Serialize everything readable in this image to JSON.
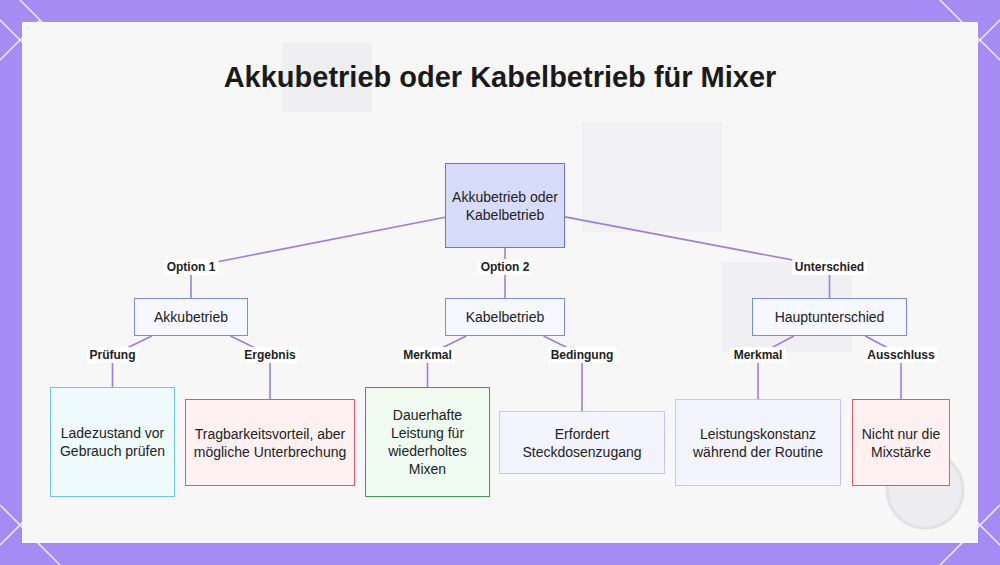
{
  "diagram": {
    "title": "Akkubetrieb oder Kabelbetrieb für Mixer",
    "nodes": [
      {
        "text": [
          "Akkubetrieb oder Kabelbetrieb"
        ]
      },
      {
        "text": [
          "Akkubetrieb"
        ]
      },
      {
        "text": [
          "Kabelbetrieb"
        ]
      },
      {
        "text": [
          "Hauptunterschied"
        ]
      },
      {
        "text": [
          "Ladezustand vor Gebrauch prüfen"
        ]
      },
      {
        "text": [
          "Tragbarkeitsvorteil, aber mögliche Unterbrechung"
        ]
      },
      {
        "text": [
          "Dauerhafte Leistung für wiederholtes Mixen"
        ]
      },
      {
        "text": [
          "Erfordert Steckdosenzugang"
        ]
      },
      {
        "text": [
          "Leistungskonstanz während der Routine"
        ]
      },
      {
        "text": [
          "Nicht nur die Mixstärke"
        ]
      }
    ],
    "edges": [
      {
        "from": 0,
        "to": 1,
        "label": "Option 1",
        "arrow": "none"
      },
      {
        "from": 0,
        "to": 2,
        "label": "Option 2",
        "arrow": "none"
      },
      {
        "from": 0,
        "to": 3,
        "label": "Unterschied",
        "arrow": "none"
      },
      {
        "from": 1,
        "to": 4,
        "label": "Prüfung",
        "arrow": "none"
      },
      {
        "from": 1,
        "to": 5,
        "label": "Ergebnis",
        "arrow": "none"
      },
      {
        "from": 2,
        "to": 6,
        "label": "Merkmal",
        "arrow": "none"
      },
      {
        "from": 2,
        "to": 7,
        "label": "Bedingung",
        "arrow": "none"
      },
      {
        "from": 3,
        "to": 8,
        "label": "Merkmal",
        "arrow": "none"
      },
      {
        "from": 3,
        "to": 9,
        "label": "Ausschluss",
        "arrow": "none"
      }
    ]
  }
}
